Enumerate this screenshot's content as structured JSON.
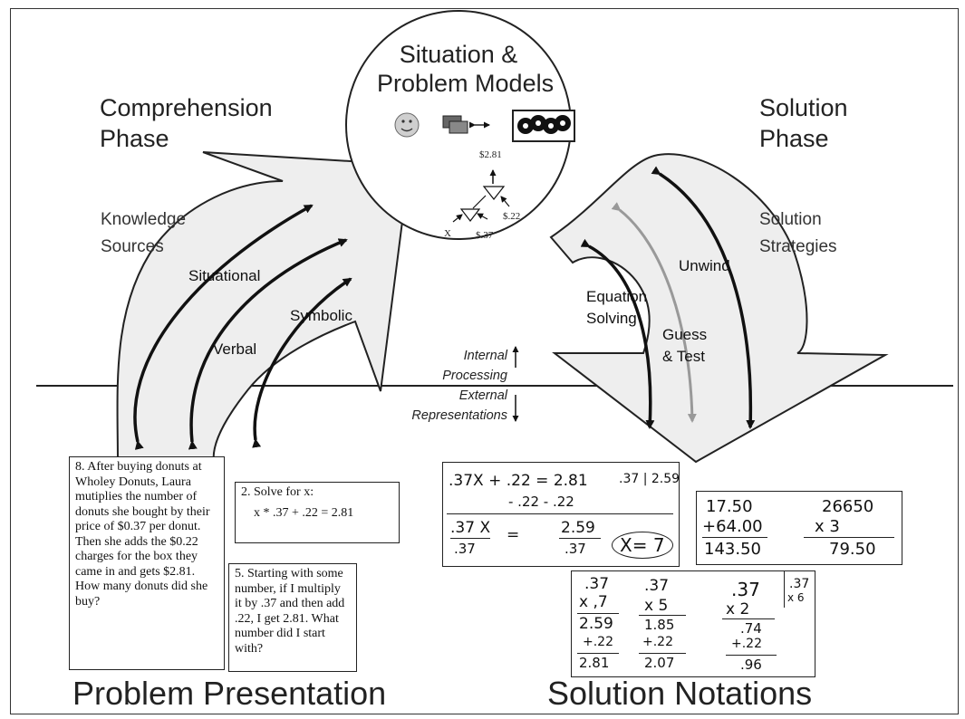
{
  "title": {
    "line1": "Situation &",
    "line2": "Problem Models"
  },
  "comprehension": {
    "line1": "Comprehension",
    "line2": "Phase"
  },
  "solution": {
    "line1": "Solution",
    "line2": "Phase"
  },
  "knowledge_sources": {
    "line1": "Knowledge",
    "line2": "Sources"
  },
  "solution_strategies": {
    "line1": "Solution",
    "line2": "Strategies"
  },
  "left_arrows": {
    "situational": "Situational",
    "verbal": "Verbal",
    "symbolic": "Symbolic"
  },
  "right_arrows": {
    "equation_line1": "Equation",
    "equation_line2": "Solving",
    "guess_line1": "Guess",
    "guess_line2": "& Test",
    "unwind": "Unwind"
  },
  "processing": {
    "internal": "Internal",
    "processing": "Processing",
    "external": "External",
    "representations": "Representations"
  },
  "model_values": {
    "top": "$2.81",
    "right": "$.22",
    "x": "X",
    "bottom": "$.37"
  },
  "problems": {
    "p8": "8. After buying donuts at Wholey Donuts, Laura mutiplies the number of donuts she bought by their price of $0.37 per donut. Then she adds the $0.22 charges for the box they came in and gets $2.81. How many donuts did she buy?",
    "p2_title": "2. Solve for x:",
    "p2_eq": "x * .37 + .22 = 2.81",
    "p5": "5. Starting with some number, if I multiply it by .37 and then add .22, I get 2.81. What number did I start with?"
  },
  "notations": {
    "eq_row1": ".37X  + .22  = 2.81",
    "eq_row2": "- .22     - .22",
    "eq_frac_l": ".37 X",
    "eq_den_l": ".37",
    "eq_eq": "=",
    "eq_frac_r": "2.59",
    "eq_den_r": ".37",
    "eq_x": "X= 7",
    "eq_side": ".37 | 2.59",
    "unwind_a1": "17.50",
    "unwind_a2": "+64.00",
    "unwind_a3": "143.50",
    "unwind_b1": "26650",
    "unwind_b2": "x    3",
    "unwind_b3": "79.50",
    "gt_1a": ".37",
    "gt_1b": "x ,7",
    "gt_1c": "2.59",
    "gt_1d": "+.22",
    "gt_1e": "2.81",
    "gt_2a": ".37",
    "gt_2b": "x 5",
    "gt_2c": "1.85",
    "gt_2d": "+.22",
    "gt_2e": "2.07",
    "gt_3a": ".37",
    "gt_3b": "x 2",
    "gt_3c": ".74",
    "gt_3d": "+.22",
    "gt_3e": ".96",
    "gt_4a": ".37",
    "gt_4b": "x 6"
  },
  "bottom": {
    "left": "Problem Presentation",
    "right": "Solution Notations"
  },
  "icons": [
    "smiley-icon",
    "money-bills-icon",
    "double-arrow-icon",
    "donuts-icon"
  ]
}
